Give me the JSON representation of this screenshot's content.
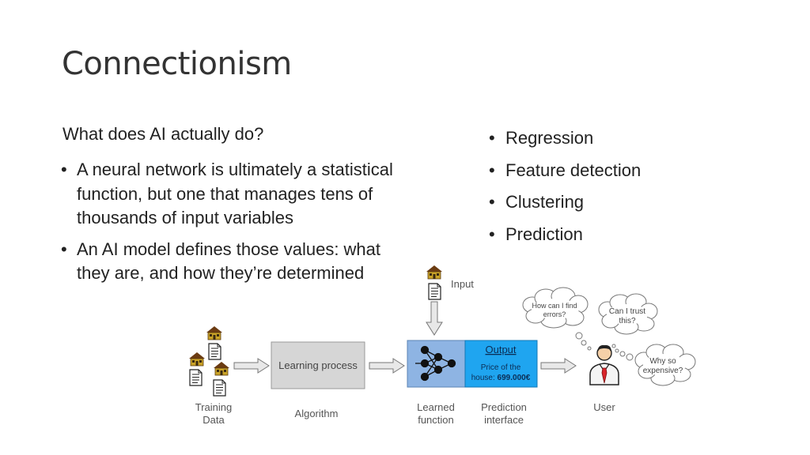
{
  "slide": {
    "title": "Connectionism",
    "subheading": "What does AI actually do?",
    "left_bullets": [
      "A neural network is ultimately a statistical function, but one that manages tens of thousands of input variables",
      "An AI model defines those values: what they are, and how they’re determined"
    ],
    "right_bullets": [
      "Regression",
      "Feature detection",
      "Clustering",
      "Prediction"
    ]
  },
  "diagram": {
    "input_label": "Input",
    "training_label_1": "Training",
    "training_label_2": "Data",
    "learning_process": "Learning process",
    "algorithm_label": "Algorithm",
    "learned_label_1": "Learned",
    "learned_label_2": "function",
    "output_title": "Output",
    "output_line_1": "Price of the",
    "output_line_2_prefix": "house: ",
    "output_price": "699.000€",
    "prediction_label_1": "Prediction",
    "prediction_label_2": "interface",
    "user_label": "User",
    "thought_1_line_1": "How can I find",
    "thought_1_line_2": "errors?",
    "thought_2_line_1": "Can I trust",
    "thought_2_line_2": "this?",
    "thought_3_line_1": "Why so",
    "thought_3_line_2": "expensive?"
  },
  "colors": {
    "learned_box": "#8eb4e3",
    "output_box": "#1fa5f0",
    "process_box": "#d6d6d6",
    "arrow_fill": "#e8e8e8",
    "tie": "#d9252b"
  }
}
